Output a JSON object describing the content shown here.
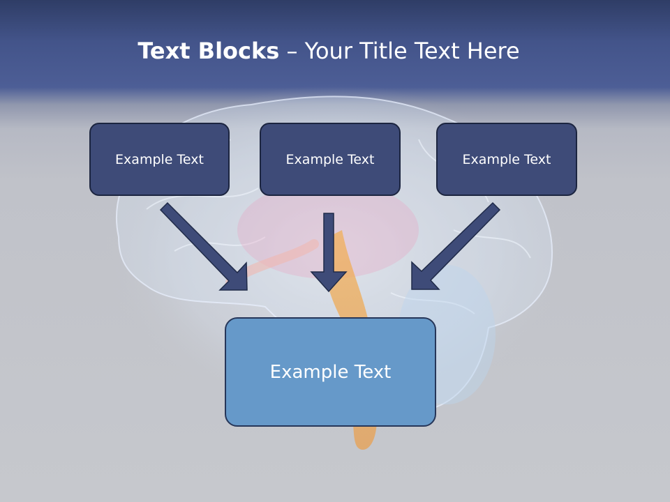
{
  "title": {
    "bold": "Text Blocks",
    "rest": " – Your Title Text Here"
  },
  "blocks": {
    "top": [
      "Example Text",
      "Example Text",
      "Example Text"
    ],
    "bottom": "Example Text"
  },
  "colors": {
    "header": "#43548a",
    "top_block": "#3e4b78",
    "bottom_block": "#6699c9",
    "arrow": "#3e4b78"
  }
}
